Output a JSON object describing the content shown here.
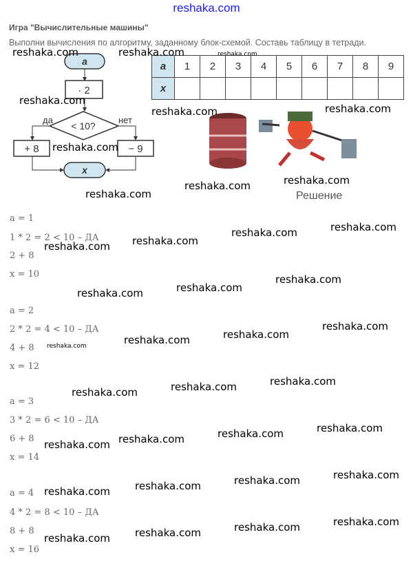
{
  "site_header": "reshaka.com",
  "title": "Игра \"Вычислительные машины\"",
  "task": "Выполни вычисления по алгоритму, заданному блок-схемой. Составь таблицу в тетради.",
  "flowchart": {
    "start": "a",
    "op": "· 2",
    "cond": "< 10?",
    "yes": "да",
    "no": "нет",
    "yes_op": "+ 8",
    "no_op": "− 9",
    "end": "x"
  },
  "table": {
    "row_a_label": "a",
    "row_x_label": "x",
    "a_values": [
      "1",
      "2",
      "3",
      "4",
      "5",
      "6",
      "7",
      "8",
      "9"
    ]
  },
  "solution_heading": "Решение",
  "solution_lines": [
    "a = 1",
    "1 * 2 = 2 < 10 – ДА",
    "2 + 8",
    "x = 10",
    "a = 2",
    "2 * 2 = 4 < 10 – ДА",
    "4 + 8",
    "x = 12",
    "a = 3",
    "3 * 2 = 6 < 10 – ДА",
    "6 + 8",
    "x = 14",
    "a = 4",
    "4 * 2 = 8 < 10 – ДА",
    "8 + 8",
    "x = 16"
  ],
  "watermark": "reshaka.com"
}
